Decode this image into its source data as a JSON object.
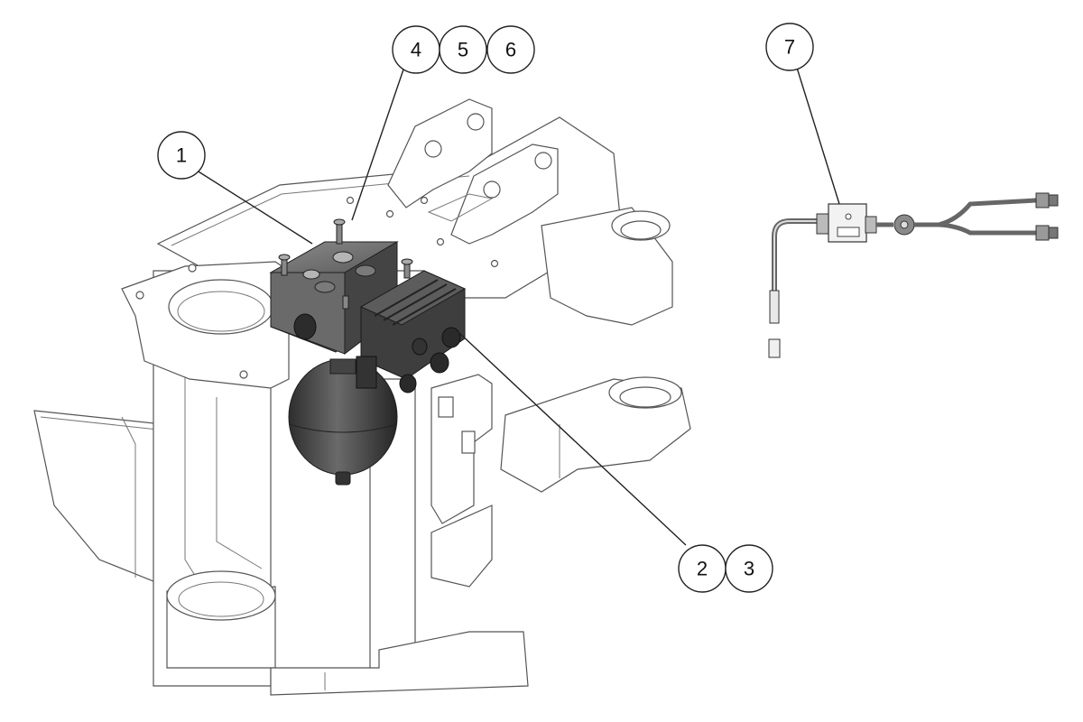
{
  "callouts": [
    {
      "id": "1",
      "label": "1"
    },
    {
      "id": "2",
      "label": "2"
    },
    {
      "id": "3",
      "label": "3"
    },
    {
      "id": "4",
      "label": "4"
    },
    {
      "id": "5",
      "label": "5"
    },
    {
      "id": "6",
      "label": "6"
    },
    {
      "id": "7",
      "label": "7"
    }
  ],
  "components": {
    "frame": "machine-frame",
    "valve_block": "hydraulic-valve-block",
    "accumulator": "hydraulic-accumulator",
    "sensor_harness": "pressure-sensor-harness"
  },
  "colors": {
    "line": "#555555",
    "part_dark": "#4a4a4a",
    "part_mid": "#6e6e6e",
    "part_light": "#9a9a9a",
    "balloon_stroke": "#222222"
  }
}
